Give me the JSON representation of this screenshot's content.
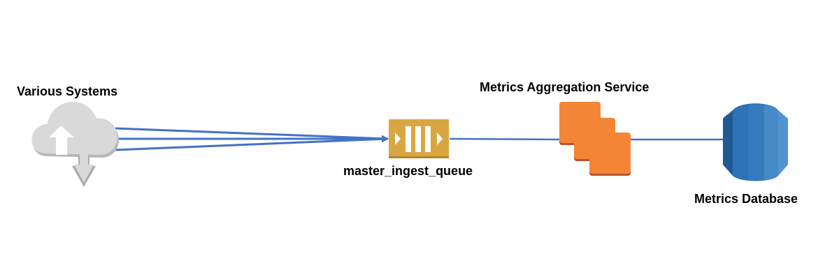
{
  "nodes": {
    "source": {
      "label": "Various Systems",
      "icon": "cloud-upload-download-icon"
    },
    "queue": {
      "label": "master_ingest_queue",
      "icon": "message-queue-icon"
    },
    "service": {
      "label": "Metrics Aggregation Service",
      "icon": "compute-instances-icon"
    },
    "database": {
      "label": "Metrics Database",
      "icon": "database-icon"
    }
  },
  "colors": {
    "connector": "#4472c4",
    "cloud": "#d9d9d9",
    "queue": "#d9a741",
    "instance": "#f58536",
    "database": "#2e73b8"
  }
}
